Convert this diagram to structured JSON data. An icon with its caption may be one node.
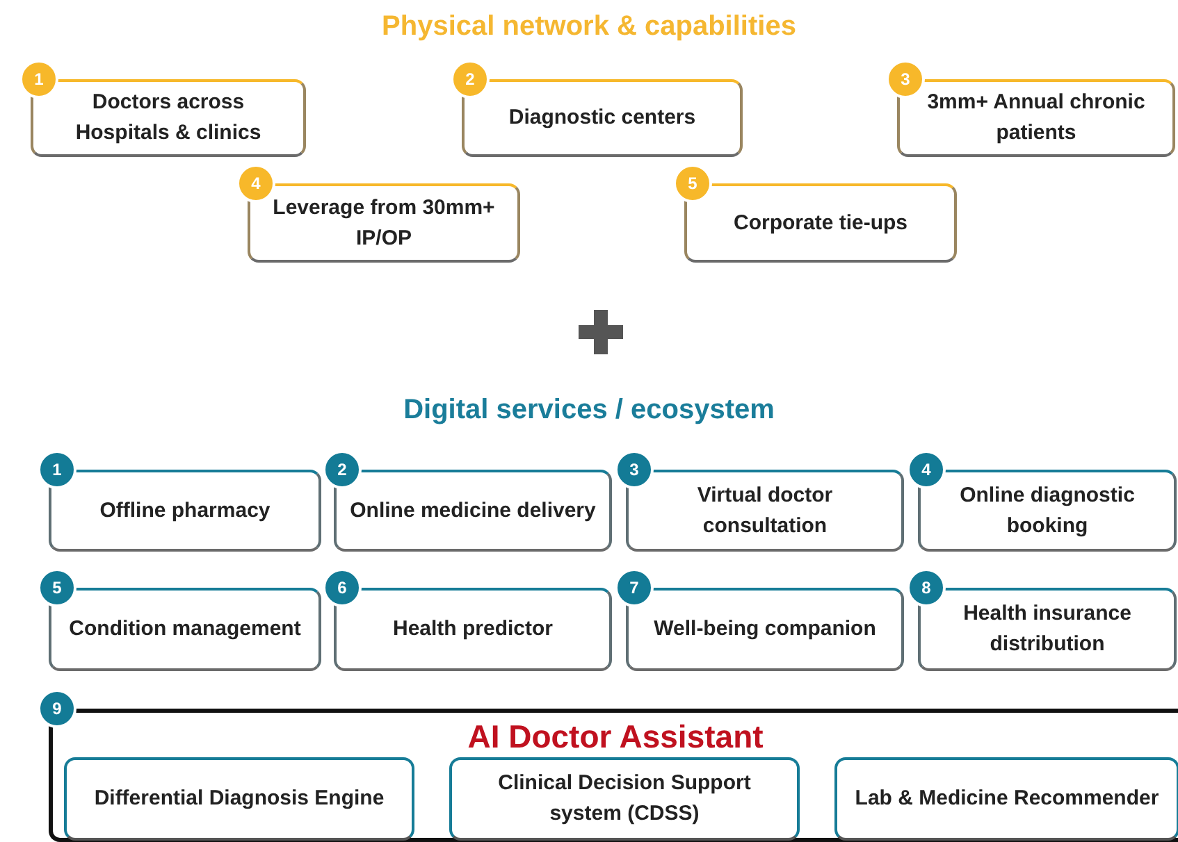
{
  "diagram": {
    "nodes": [
      {
        "text": [
          "Doctors across Hospitals & clinics"
        ],
        "beside": [
          "1"
        ]
      },
      {
        "text": [
          "Diagnostic centers"
        ],
        "beside": [
          "2"
        ]
      },
      {
        "text": [
          "3mm+ Annual chronic patients"
        ],
        "beside": [
          "3"
        ]
      },
      {
        "text": [
          "Leverage from 30mm+ IP/OP"
        ],
        "beside": [
          "4"
        ]
      },
      {
        "text": [
          "Corporate tie-ups"
        ],
        "beside": [
          "5"
        ]
      },
      {
        "text": [
          "Offline pharmacy"
        ],
        "beside": [
          "1"
        ]
      },
      {
        "text": [
          "Online medicine delivery"
        ],
        "beside": [
          "2"
        ]
      },
      {
        "text": [
          "Virtual doctor consultation"
        ],
        "beside": [
          "3"
        ]
      },
      {
        "text": [
          "Online diagnostic booking"
        ],
        "beside": [
          "4"
        ]
      },
      {
        "text": [
          "Condition management"
        ],
        "beside": [
          "5"
        ]
      },
      {
        "text": [
          "Health predictor"
        ],
        "beside": [
          "6"
        ]
      },
      {
        "text": [
          "Well-being companion"
        ],
        "beside": [
          "7"
        ]
      },
      {
        "text": [
          "Health insurance distribution"
        ],
        "beside": [
          "8"
        ]
      },
      {
        "text": [
          "AI Doctor Assistant"
        ],
        "beside": [
          "9"
        ]
      },
      {
        "text": [
          "Differential Diagnosis Engine"
        ],
        "in": 13
      },
      {
        "text": [
          "Clinical Decision Support system (CDSS)"
        ],
        "in": 13
      },
      {
        "text": [
          "Lab & Medicine Recommender"
        ],
        "in": 13
      }
    ],
    "labels": [
      "Physical network & capabilities",
      "Digital services / ecosystem"
    ]
  }
}
